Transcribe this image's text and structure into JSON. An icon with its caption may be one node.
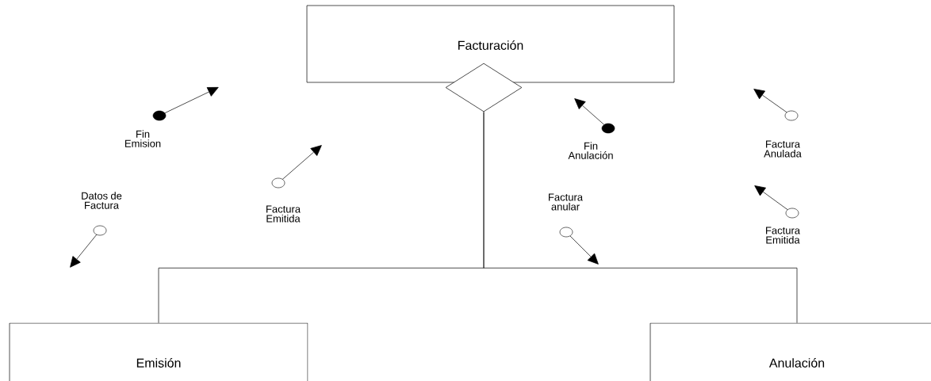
{
  "diagram": {
    "nodes": [
      {
        "text": [
          "Facturación"
        ]
      },
      {
        "text": [],
        "shape": "diamond"
      },
      {
        "text": [
          "Emisión"
        ]
      },
      {
        "text": [
          "Anulación"
        ]
      }
    ],
    "edges": [
      {
        "from": 1,
        "to": 2,
        "arrow": "none"
      },
      {
        "from": 1,
        "to": 3,
        "arrow": "none"
      }
    ],
    "labels": [
      "Fin Emision",
      "Fin Anulación",
      "Factura Anulada",
      "Datos de Factura",
      "Factura Emitida",
      "Factura anular",
      "Factura Emitida"
    ]
  }
}
